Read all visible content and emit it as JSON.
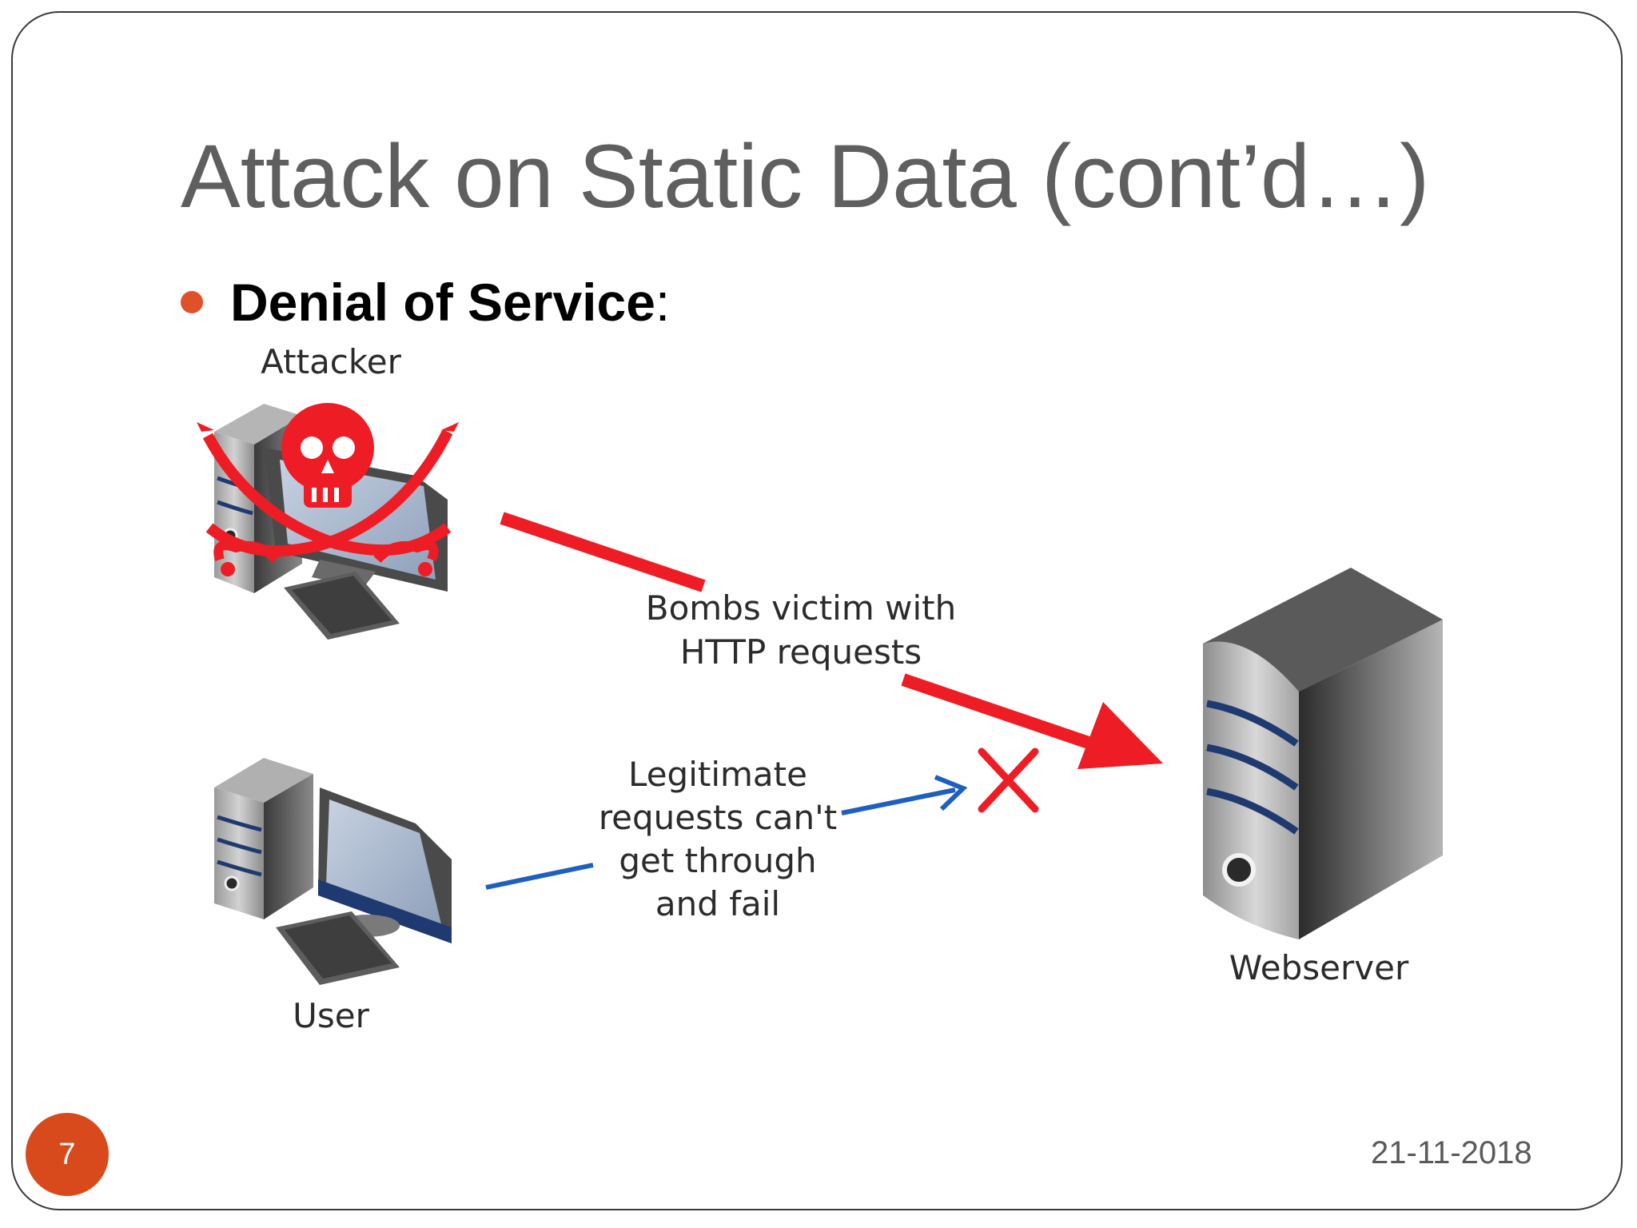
{
  "slide": {
    "title": "Attack on Static Data (cont’d…)",
    "bullet": {
      "bold_text": "Denial of Service",
      "suffix": ":"
    },
    "page_number": "7",
    "date": "21-11-2018"
  },
  "diagram": {
    "nodes": {
      "attacker": "Attacker",
      "user": "User",
      "webserver": "Webserver"
    },
    "edges": {
      "attack": {
        "line1": "Bombs victim with",
        "line2": "HTTP requests"
      },
      "legit": {
        "line1": "Legitimate",
        "line2": "requests can't",
        "line3": "get through",
        "line4": "and fail"
      }
    }
  },
  "colors": {
    "accent": "#d84a1c",
    "attack": "#ee1c24",
    "legit": "#1f5fbf",
    "title": "#5f5f5f"
  }
}
